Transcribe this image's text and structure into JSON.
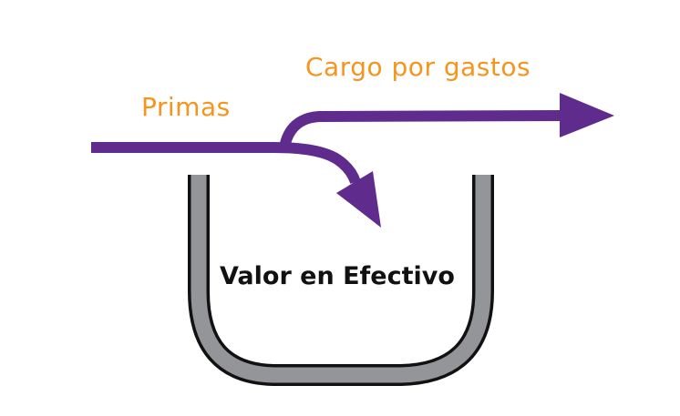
{
  "diagram": {
    "labels": {
      "inflow": "Primas",
      "outflow": "Cargo por gastos",
      "container": "Valor en Efectivo"
    },
    "colors": {
      "arrow": "#5f2c8e",
      "label_text": "#f7941d",
      "container_fill": "#939598",
      "container_stroke": "#111111",
      "container_label": "#111111",
      "background": "#ffffff"
    }
  }
}
